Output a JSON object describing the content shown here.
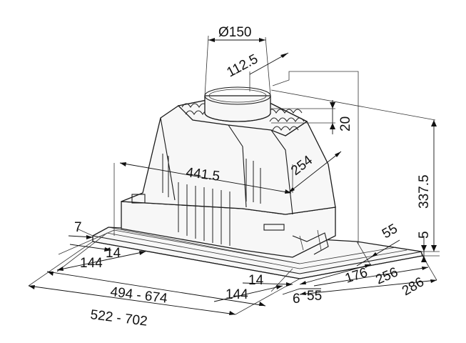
{
  "dimensions": {
    "duct_diameter": "Ø150",
    "collar_offset": "112.5",
    "collar_height": "20",
    "total_height": "337.5",
    "inner_width": "441.5",
    "motor_depth": "254",
    "frame_depth_a": "55",
    "frame_thickness": "5",
    "depth_176": "176",
    "depth_256": "256",
    "depth_286": "286",
    "front_offset": "7",
    "left_14": "14",
    "left_144": "144",
    "range_width": "494 - 674",
    "range_outer": "522 - 702",
    "front_14": "14",
    "front_144": "144",
    "front_6": "6",
    "front_55": "55"
  }
}
